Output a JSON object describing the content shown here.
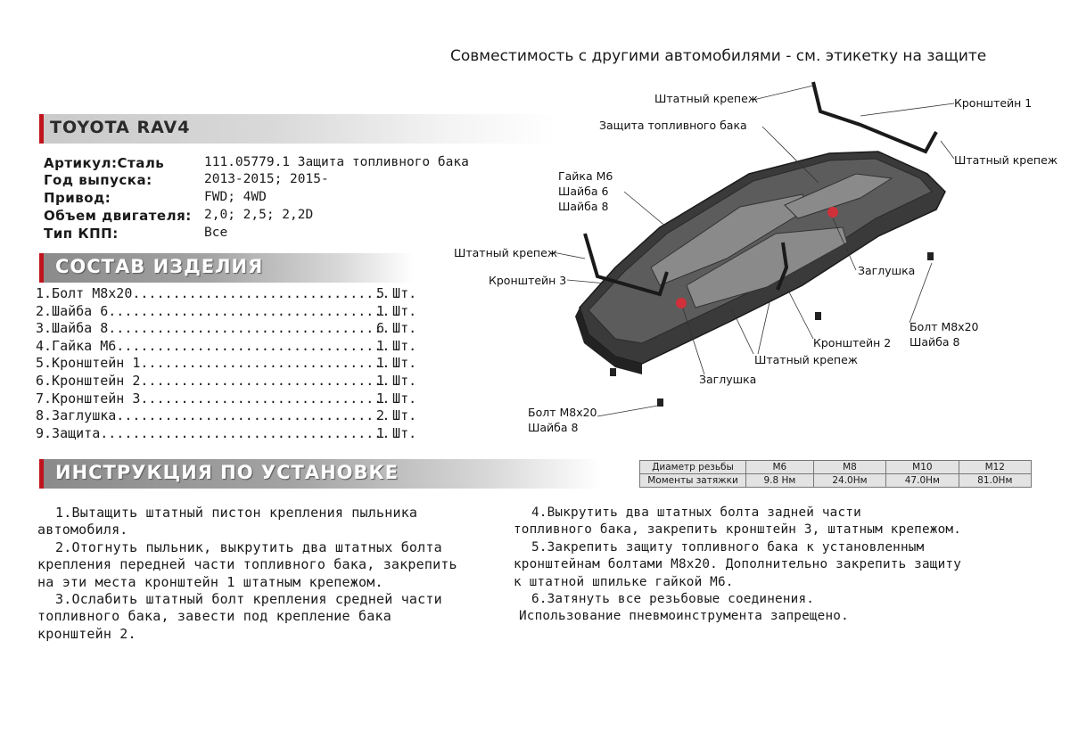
{
  "header": {
    "compat_note": "Совместимость с другими автомобилями - см. этикетку на защите",
    "model_title": "TOYOTA RAV4"
  },
  "specs": [
    {
      "key": "Артикул:Сталь",
      "value": "111.05779.1 Защита топливного бака"
    },
    {
      "key": "Год выпуска:",
      "value": "2013-2015; 2015-"
    },
    {
      "key": "Привод:",
      "value": "FWD; 4WD"
    },
    {
      "key": "Объем двигателя:",
      "value": "2,0; 2,5; 2,2D"
    },
    {
      "key": "Тип КПП:",
      "value": "Все"
    }
  ],
  "composition": {
    "title": "СОСТАВ ИЗДЕЛИЯ",
    "items": [
      {
        "name": "1.Болт М8x20................................",
        "qty": "5 Шт."
      },
      {
        "name": "2.Шайба 6...................................",
        "qty": "1 Шт."
      },
      {
        "name": "3.Шайба 8...................................",
        "qty": "6 Шт."
      },
      {
        "name": "4.Гайка М6..................................",
        "qty": "1 Шт."
      },
      {
        "name": "5.Кронштейн 1...............................",
        "qty": "1 Шт."
      },
      {
        "name": "6.Кронштейн 2...............................",
        "qty": "1 Шт."
      },
      {
        "name": "7.Кронштейн 3...............................",
        "qty": "1 Шт."
      },
      {
        "name": "8.Заглушка..................................",
        "qty": "2 Шт."
      },
      {
        "name": "9.Защита....................................",
        "qty": "1 Шт."
      }
    ]
  },
  "install": {
    "title": "ИНСТРУКЦИЯ ПО УСТАНОВКЕ",
    "left_lines": [
      "1.Вытащить штатный пистон крепления пыльника",
      "автомобиля.",
      "2.Отогнуть пыльник, выкрутить два штатных болта",
      "крепления передней части топливного бака, закрепить",
      "на эти места кронштейн 1 штатным крепежом.",
      "3.Ослабить штатный болт крепления средней части",
      "топливного бака, завести под крепление бака",
      "кронштейн 2."
    ],
    "right_lines": [
      "4.Выкрутить два штатных болта задней части",
      "топливного бака, закрепить кронштейн 3, штатным крепежом.",
      "5.Закрепить защиту топливного бака к установленным",
      "кронштейнам болтами М8x20. Дополнительно закрепить защиту",
      "к штатной шпильке гайкой М6.",
      "6.Затянуть все резьбовые соединения.",
      "Использование пневмоинструмента запрещено."
    ]
  },
  "torque_table": {
    "rows": [
      [
        "Диаметр резьбы",
        "М6",
        "М8",
        "М10",
        "М12"
      ],
      [
        "Моменты затяжки",
        "9.8 Нм",
        "24.0Нм",
        "47.0Нм",
        "81.0Нм"
      ]
    ]
  },
  "diagram_labels": {
    "std_fastener_1": "Штатный крепеж",
    "bracket_1": "Кронштейн 1",
    "tank_guard": "Защита топливного бака",
    "std_fastener_2": "Штатный крепеж",
    "nut_m6": "Гайка М6",
    "washer_6": "Шайба 6",
    "washer_8_a": "Шайба 8",
    "std_fastener_3": "Штатный крепеж",
    "plug_1": "Заглушка",
    "bracket_3": "Кронштейн 3",
    "bolt_1": "Болт М8x20",
    "washer_8_b": "Шайба 8",
    "bracket_2": "Кронштейн 2",
    "std_fastener_4": "Штатный крепеж",
    "plug_2": "Заглушка",
    "bolt_2": "Болт М8x20",
    "washer_8_c": "Шайба 8"
  },
  "colors": {
    "accent": "#c0141c",
    "plug": "#d0303a",
    "plate": "#3a3a3a"
  }
}
